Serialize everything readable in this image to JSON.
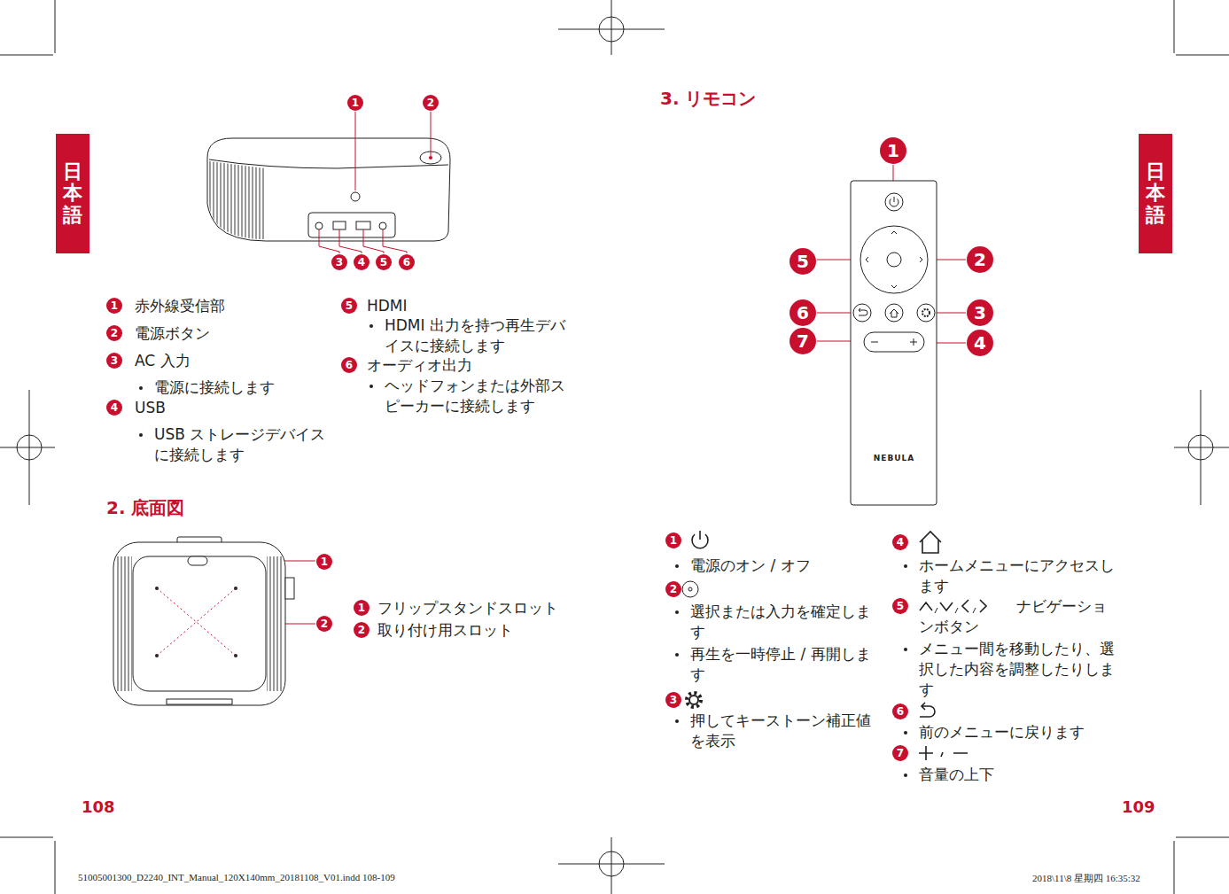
{
  "diagram": {
    "nodes": [
      {
        "text": [
          "日本語"
        ]
      },
      {
        "text": [
          "日本語"
        ]
      }
    ],
    "labels": [
      "1",
      "2",
      "3",
      "4",
      "5",
      "6",
      "1",
      "赤外線受信部",
      "2",
      "電源ボタン",
      "3",
      "AC 入力",
      "電源に接続します",
      "4",
      "USB",
      "USB ストレージデバイスに接続します",
      "5",
      "HDMI",
      "HDMI 出力を持つ再生デバイスに接続します",
      "6",
      "オーディオ出力",
      "ヘッドフォンまたは外部スピーカーに接続します",
      "2. 底面図",
      "1",
      "2",
      "1",
      "フリップスタンドスロット",
      "2",
      "取り付け用スロット",
      "3. リモコン",
      "1",
      "2",
      "5",
      "6",
      "3",
      "7",
      "4",
      "NEBULA",
      "1",
      "電源のオン / オフ",
      "2",
      "選択または入力を確定します",
      "再生を一時停止 / 再開します",
      "3",
      "押してキーストーン補正値を表示",
      "4",
      "ホームメニューにアクセスします",
      "5",
      "ナビゲーションボタン",
      "メニュー間を移動したり、選択した内容を調整したりします",
      "6",
      "前のメニューに戻ります",
      "7",
      "音量の上下",
      "108",
      "109",
      "51005001300_D2240_INT_Manual_120X140mm_20181108_V01.indd   108-109",
      "2018\\11\\8 星期四   16:35:32"
    ]
  }
}
